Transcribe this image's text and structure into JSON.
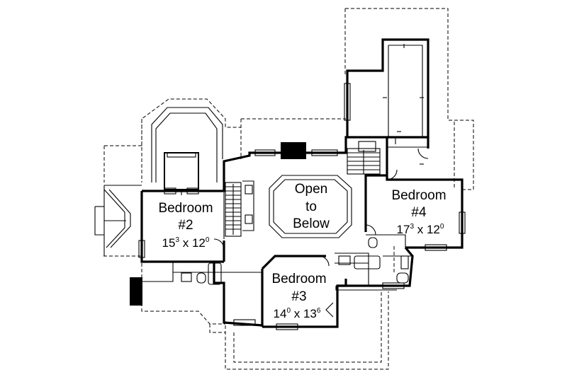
{
  "rooms": {
    "bedroom2": {
      "name": "Bedroom",
      "number": "#2",
      "size_w": "15",
      "size_w_sup": "3",
      "size_h": "12",
      "size_h_sup": "0"
    },
    "bedroom3": {
      "name": "Bedroom",
      "number": "#3",
      "size_w": "14",
      "size_w_sup": "0",
      "size_h": "13",
      "size_h_sup": "6"
    },
    "bedroom4": {
      "name": "Bedroom",
      "number": "#4",
      "size_w": "17",
      "size_w_sup": "3",
      "size_h": "12",
      "size_h_sup": "0"
    },
    "open_to_below": {
      "line1": "Open",
      "line2": "to",
      "line3": "Below"
    }
  }
}
